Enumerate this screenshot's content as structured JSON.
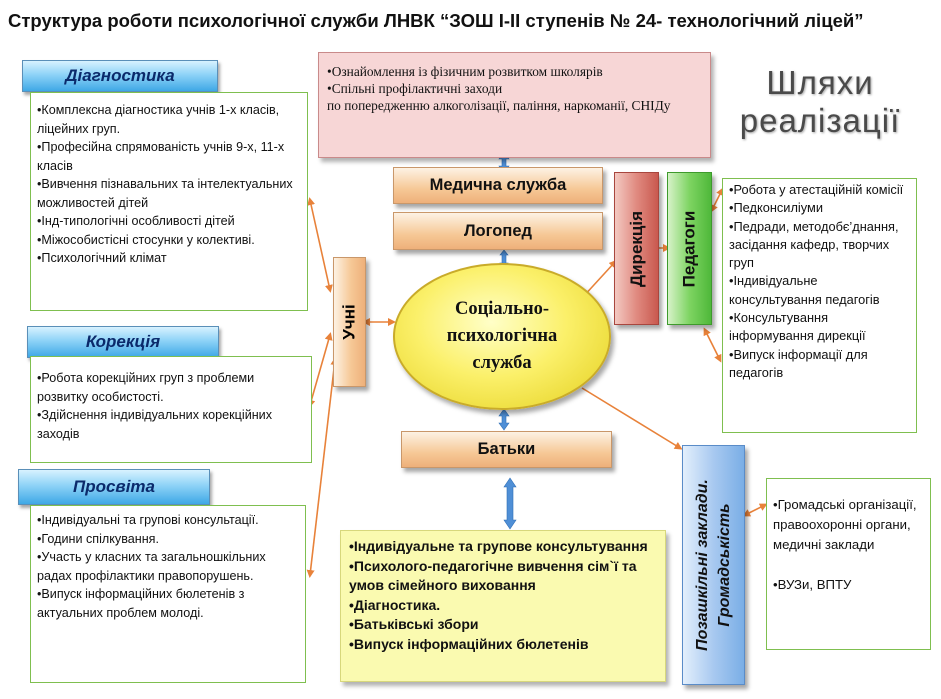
{
  "title": "Структура роботи психологічної служби ЛНВК “ЗОШ І-ІІ ступенів № 24- технологічний ліцей”",
  "paths_heading": [
    "Шляхи",
    "реалізації"
  ],
  "diagnostics": {
    "header": "Діагностика",
    "items": [
      "•Комплексна діагностика учнів 1-х класів, ліцейних груп.",
      "•Професійна спрямованість учнів 9-х, 11-х класів",
      "•Вивчення пізнавальних та інтелектуальних можливостей дітей",
      "•Інд-типологічні особливості дітей",
      "•Міжособистісні стосунки у колективі.",
      "•Психологічний клімат"
    ]
  },
  "correction": {
    "header": "Корекція",
    "items": [
      "•Робота корекційних груп з проблеми розвитку особистості.",
      "•Здійснення індивідуальних корекційних заходів"
    ]
  },
  "education": {
    "header": "Просвіта",
    "items": [
      "•Індивідуальні та групові консультації.",
      "•Години спілкування.",
      "•Участь у класних та загальношкільних радах профілактики правопорушень.",
      "•Випуск інформаційних бюлетенів з актуальних проблем молоді."
    ]
  },
  "medical_info": {
    "items": [
      "•Ознайомлення із фізичним розвитком школярів",
      "•Спільні профілактичні заходи",
      "по попередженню алкоголізації, паління, наркоманії, СНІДу"
    ]
  },
  "medical_service": "Медична служба",
  "speech_therapist": "Логопед",
  "students": "Учні",
  "center": [
    "Соціально-",
    "психологічна",
    "служба"
  ],
  "administration": "Дирекція",
  "teachers": "Педагоги",
  "teachers_box": {
    "items": [
      "•Робота у атестаційній комісії",
      "•Педконсиліуми",
      "•Педради, методобє’днання, засідання кафедр, творчих груп",
      "•Індивідуальне консультування педагогів",
      "•Консультування інформування дирекції",
      "•Випуск інформації для педагогів"
    ]
  },
  "parents": "Батьки",
  "parents_box": {
    "items": [
      "•Індивідуальне та групове консультування",
      "•Психолого-педагогічне вивчення сім`ї та умов сімейного виховання",
      "•Діагностика.",
      "•Батьківські збори",
      "•Випуск інформаційних бюлетенів"
    ]
  },
  "external": [
    "Позашкільні заклади.",
    "Громадськість"
  ],
  "external_box": {
    "items": [
      "•Громадські організації, правоохоронні органи, медичні заклади",
      "",
      "•ВУЗи, ВПТУ"
    ]
  },
  "colors": {
    "header_blue": "#3fa8e6",
    "box_border_green": "#7fbf4f",
    "arrow_orange": "#e8823a",
    "arrow_blue": "#4f8fd6",
    "pink": "#f7d6d6",
    "orange_bar": "#f6c896",
    "yellow": "#fbf06a",
    "red_vbar": "#c9594f",
    "green_vbar": "#4fb83a",
    "external_bar": "#7aaee6"
  }
}
